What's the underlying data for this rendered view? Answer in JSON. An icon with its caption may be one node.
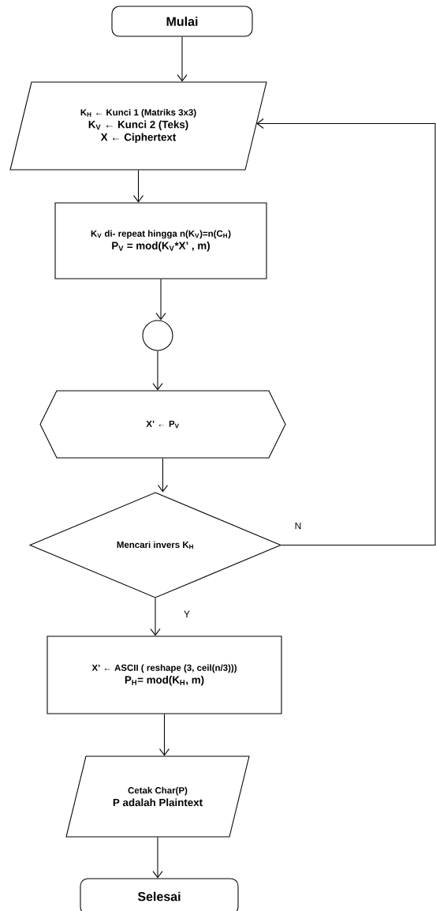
{
  "diagram": {
    "nodes": [
      {
        "text": [
          "Mulai"
        ]
      },
      {
        "text": [
          "K$_{H}$ ← Kunci 1 (Matriks 3x3)",
          "K$_{V}$ ← Kunci 2 (Teks)",
          "X ← Ciphertext"
        ]
      },
      {
        "text": [
          "K$_{V}$ di- repeat hingga n(K$_{V}$)=n(C$_{H}$)",
          "P$_{V}$ = mod(K$_{V}$*X’ , m)"
        ]
      },
      {
        "text": [],
        "shape": "circle"
      },
      {
        "text": [
          "X’ ← P$_{V}$"
        ]
      },
      {
        "text": [
          "Mencari invers K$_{H}$"
        ]
      },
      {
        "text": [
          "X’ ← ASCII ( reshape (3, ceil(n/3)))",
          "P$_{H}$= mod(K$_{H}$, m)"
        ]
      },
      {
        "text": [
          "Cetak Char(P)",
          "P adalah Plaintext"
        ]
      },
      {
        "text": [
          "Selesai"
        ]
      }
    ],
    "edges": [
      {
        "from": 0,
        "to": 1,
        "arrow": "to"
      },
      {
        "from": 1,
        "to": 2,
        "arrow": "to"
      },
      {
        "from": 2,
        "to": 3,
        "arrow": "to"
      },
      {
        "from": 3,
        "to": 4,
        "arrow": "to"
      },
      {
        "from": 4,
        "to": 5,
        "arrow": "to"
      },
      {
        "from": 5,
        "to": 6,
        "arrow": "to",
        "label": "Y"
      },
      {
        "from": 5,
        "to": 1,
        "arrow": "to",
        "label": "N"
      },
      {
        "from": 6,
        "to": 7,
        "arrow": "to"
      },
      {
        "from": 7,
        "to": 8,
        "arrow": "to"
      }
    ]
  }
}
